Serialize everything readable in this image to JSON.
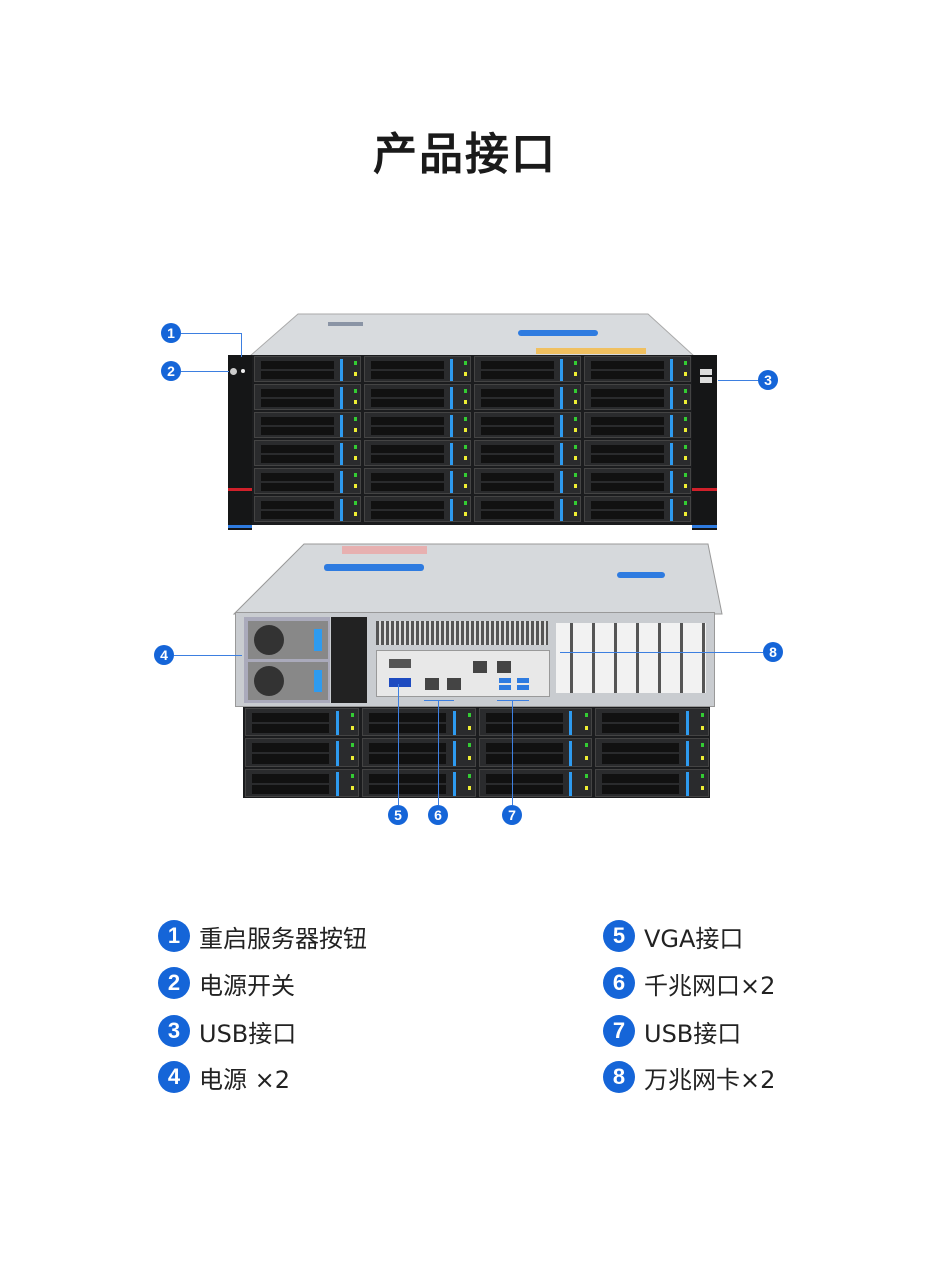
{
  "title": "产品接口",
  "callouts": [
    "1",
    "2",
    "3",
    "4",
    "5",
    "6",
    "7",
    "8"
  ],
  "legend": [
    {
      "num": "1",
      "label": "重启服务器按钮"
    },
    {
      "num": "2",
      "label": "电源开关"
    },
    {
      "num": "3",
      "label": "USB接口"
    },
    {
      "num": "4",
      "label": "电源 ×2"
    },
    {
      "num": "5",
      "label": "VGA接口"
    },
    {
      "num": "6",
      "label": "千兆网口×2"
    },
    {
      "num": "7",
      "label": "USB接口"
    },
    {
      "num": "8",
      "label": "万兆网卡×2"
    }
  ],
  "colors": {
    "accent": "#1565d8",
    "bay_stripe": "#2e9bf0",
    "ear_red": "#d0202a"
  }
}
